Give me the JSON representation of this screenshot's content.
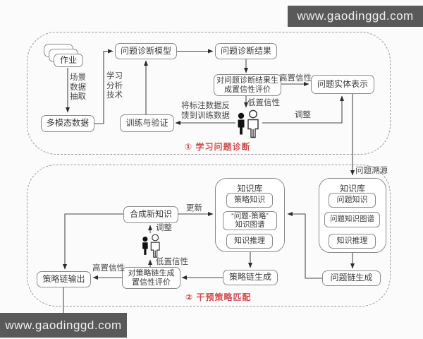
{
  "watermark_top": "www.gaodinggd.com",
  "watermark_bottom": "www.gaodinggd.com",
  "diagnosis": {
    "caption": "① 学习问题诊断",
    "homework": "作业",
    "multimodal_data": "多模态数据",
    "diagnosis_model": "问题诊断模型",
    "training_validation": "训练与验证",
    "diagnosis_result": "问题诊断结果",
    "confidence_eval1": "对问题诊断结果生",
    "confidence_eval2": "成置信性评价",
    "entity_representation": "问题实体表示",
    "scene1": "场景",
    "scene2": "数据",
    "scene3": "抽取",
    "la1": "学习",
    "la2": "分析",
    "la3": "技术",
    "high_confidence": "高置信性",
    "low_confidence": "低置信性",
    "feedback1": "将标注数据反",
    "feedback2": "馈到训练数据",
    "adjust": "调整"
  },
  "strategy": {
    "caption": "② 干预策略匹配",
    "problem_tracing": "问题溯源",
    "synthesize": "合成新知识",
    "update": "更新",
    "adjust": "调整",
    "low_confidence": "低置信性",
    "high_confidence": "高置信性",
    "strategy_conf1": "对策略链生成",
    "strategy_conf2": "置信性评价",
    "strategy_output": "策略链输出",
    "strategy_kb": {
      "title": "知识库",
      "item1": "策略知识",
      "item2a": "“问题-策略”",
      "item2b": "知识图谱",
      "item3": "知识推理"
    },
    "strategy_chain_gen": "策略链生成",
    "problem_kb": {
      "title": "知识库",
      "item1": "问题知识",
      "item2": "问题知识图谱",
      "item3": "知识推理"
    },
    "problem_chain_gen": "问题链生成"
  },
  "colors": {
    "caption_red": "#cd4a4a",
    "watermark_bg": "#595959",
    "line_gray": "#4a4a4a",
    "border_gray": "#8a8a8a"
  }
}
